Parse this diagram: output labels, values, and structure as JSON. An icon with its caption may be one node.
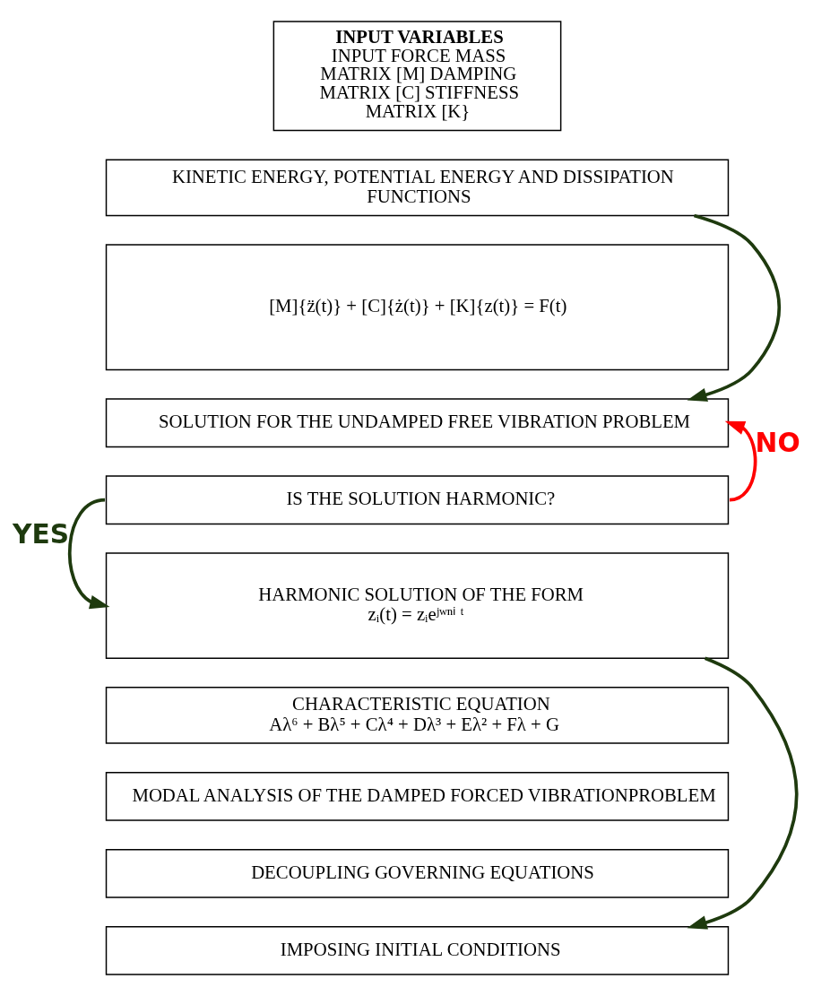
{
  "diagram": {
    "nodes": [
      {
        "text": [
          "INPUT VARIABLES",
          "INPUT FORCE MASS MATRIX [M] DAMPING MATRIX [C] STIFFNESS MATRIX [K}"
        ]
      },
      {
        "text": [
          "KINETIC ENERGY, POTENTIAL ENERGY AND DISSIPATION FUNCTIONS"
        ]
      },
      {
        "text": [
          "[M]{z̈(t)} + [C]{ż(t)} + [K]{z(t)} = F(t)"
        ]
      },
      {
        "text": [
          "SOLUTION FOR THE UNDAMPED FREE VIBRATION PROBLEM"
        ]
      },
      {
        "text": [
          "IS THE SOLUTION HARMONIC?"
        ]
      },
      {
        "text": [
          "HARMONIC SOLUTION OF THE FORM",
          "zᵢ(t) = zᵢeʲʷⁿⁱ ᵗ"
        ]
      },
      {
        "text": [
          "CHARACTERISTIC EQUATION",
          "Aλ⁶ + Bλ⁵ + Cλ⁴ + Dλ³ + Eλ² + Fλ + G"
        ]
      },
      {
        "text": [
          "MODAL ANALYSIS OF THE DAMPED FORCED VIBRATIONPROBLEM"
        ]
      },
      {
        "text": [
          "DECOUPLING GOVERNING EQUATIONS"
        ]
      },
      {
        "text": [
          "IMPOSING INITIAL CONDITIONS"
        ]
      }
    ],
    "edges": [
      {
        "from": 1,
        "to": 3,
        "arrow": "to"
      },
      {
        "from": 4,
        "to": 5,
        "arrow": "to",
        "label": "YES"
      },
      {
        "from": 4,
        "to": 3,
        "arrow": "to",
        "label": "NO",
        "color": "#ff0000"
      },
      {
        "from": 5,
        "to": 9,
        "arrow": "to"
      }
    ]
  }
}
